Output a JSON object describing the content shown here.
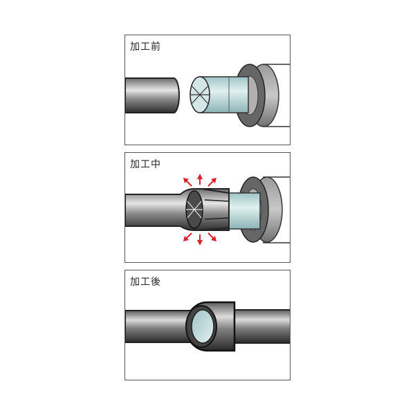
{
  "panels": [
    {
      "label": "加工前"
    },
    {
      "label": "加工中"
    },
    {
      "label": "加工後"
    }
  ],
  "colors": {
    "pipe_dark": "#3a3a3a",
    "pipe_light": "#d8d8d8",
    "tool_face": "#c7e0e1",
    "collar": "#7a7a7a",
    "arrow": "#d8232a",
    "border": "#555555"
  },
  "icons": [
    "pipe-icon",
    "expander-tool-icon",
    "expansion-arrow-icon",
    "expanded-pipe-icon"
  ]
}
